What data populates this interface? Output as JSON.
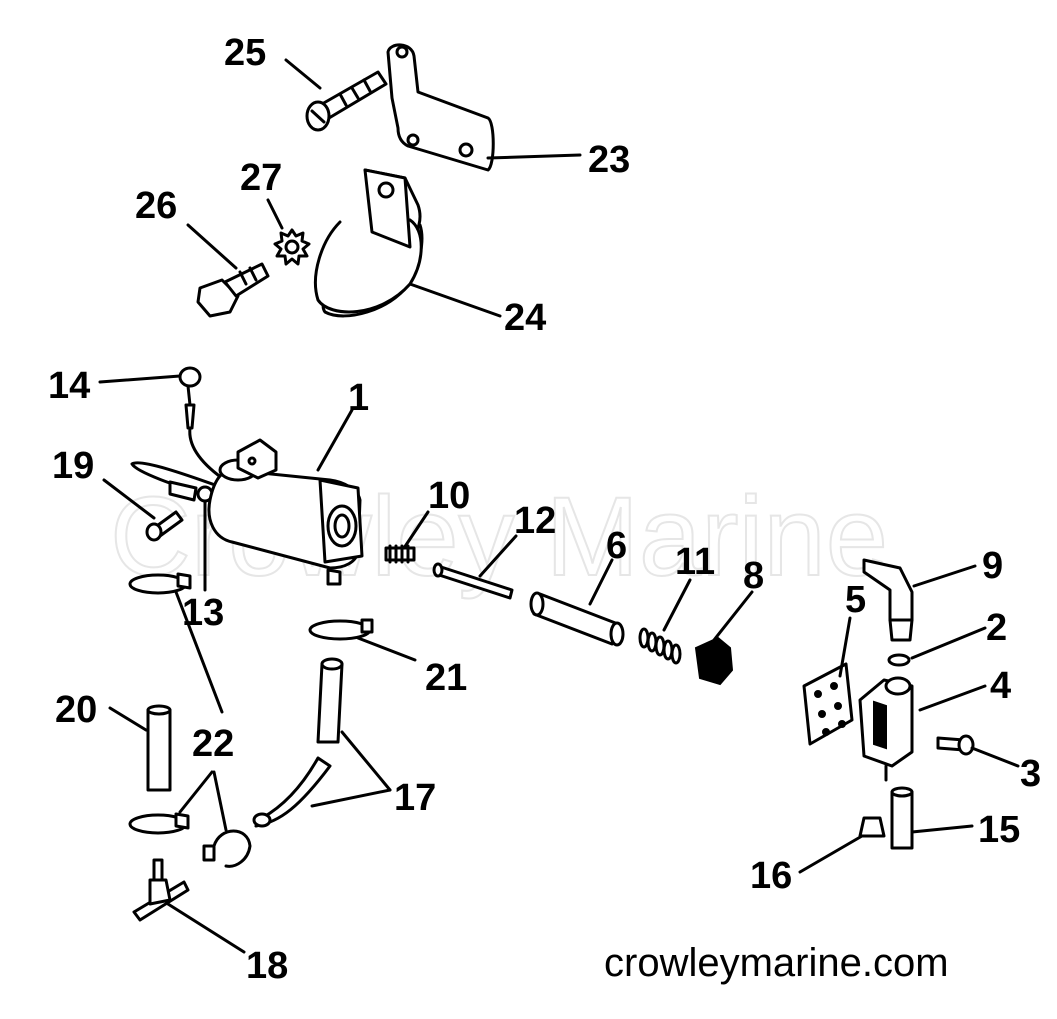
{
  "watermark": "Crowley Marine",
  "site_url": "crowleymarine.com",
  "callouts": {
    "n1": "1",
    "n2": "2",
    "n3": "3",
    "n4": "4",
    "n5": "5",
    "n6": "6",
    "n8": "8",
    "n9": "9",
    "n10": "10",
    "n11": "11",
    "n12": "12",
    "n13": "13",
    "n14": "14",
    "n15": "15",
    "n16": "16",
    "n17": "17",
    "n18": "18",
    "n19": "19",
    "n20": "20",
    "n21": "21",
    "n22": "22",
    "n23": "23",
    "n24": "24",
    "n25": "25",
    "n26": "26",
    "n27": "27"
  }
}
